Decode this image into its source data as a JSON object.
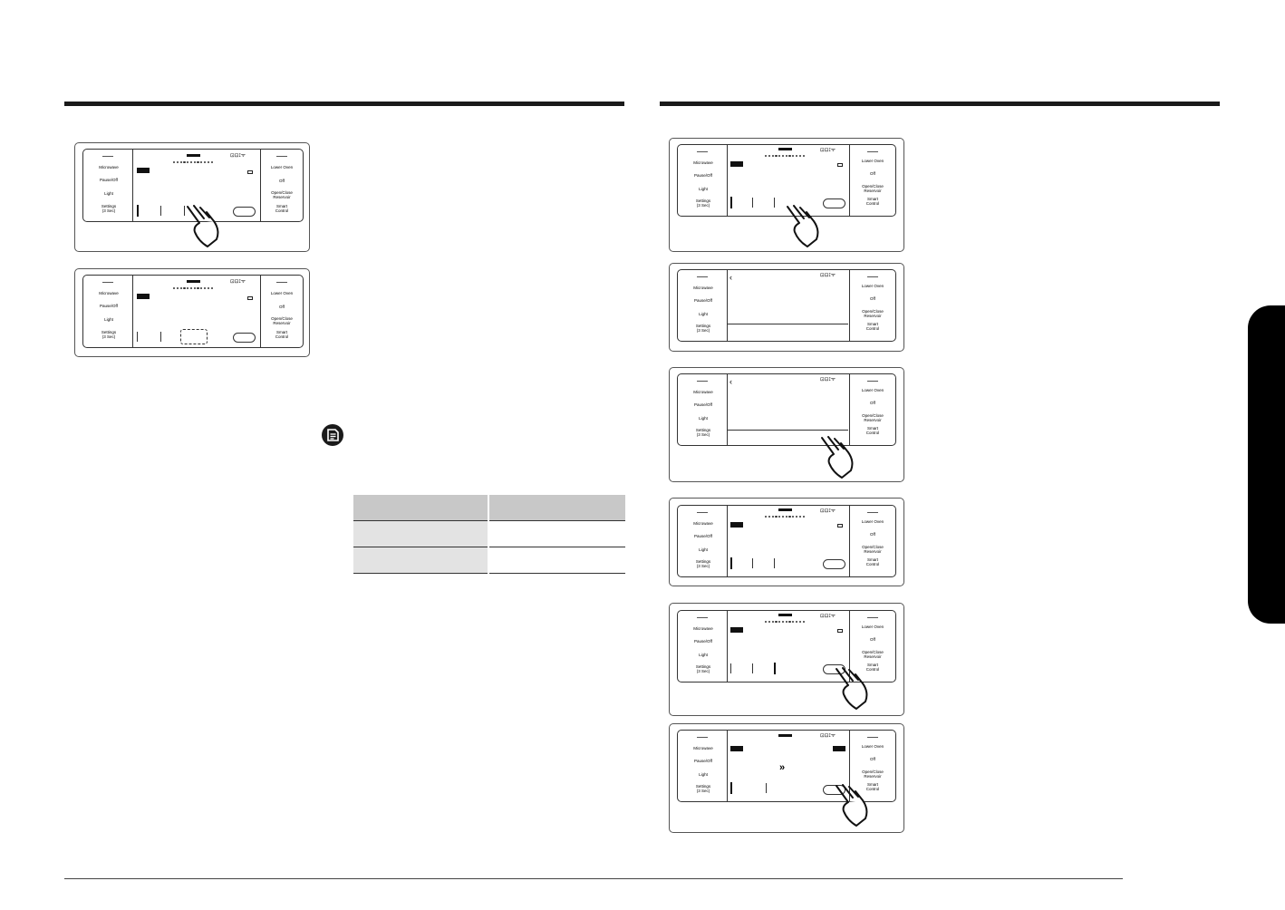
{
  "panel_labels": {
    "microwave": "Microwave",
    "pause_off": "Pause/Off",
    "light": "Light",
    "settings": "Settings",
    "settings_sub": "(3 Sec)",
    "lower_oven": "Lower Oven",
    "off": "Off",
    "open_close": "Open/Close",
    "open_close_sub": "Reservoir",
    "smart": "Smart",
    "smart_sub": "Control",
    "status_icons": "⊡⊡⟟ᯤ"
  },
  "icons": {
    "back": "‹",
    "chevrons": "»"
  },
  "table": {
    "rows": [
      {
        "col1": "",
        "col2": ""
      },
      {
        "col1": "",
        "col2": ""
      },
      {
        "col1": "",
        "col2": ""
      }
    ]
  }
}
